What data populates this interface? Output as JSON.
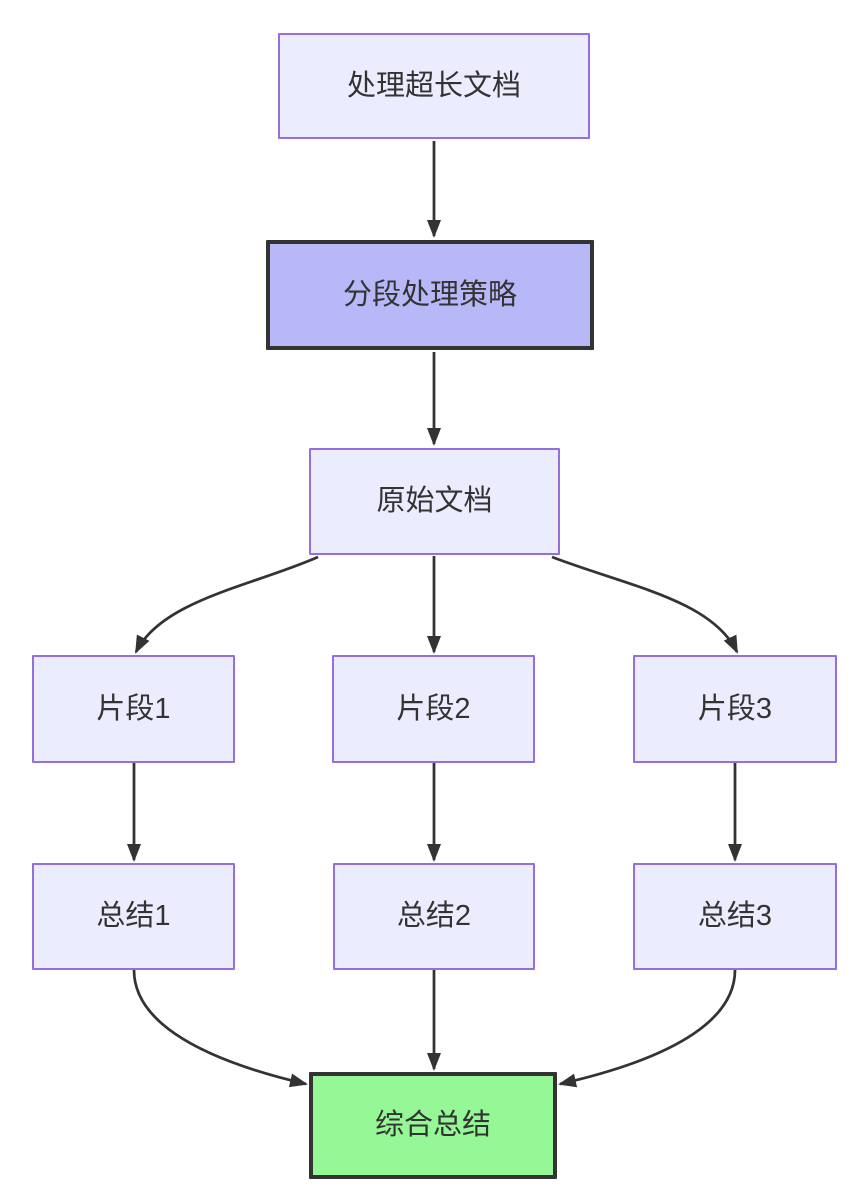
{
  "diagram": {
    "type": "flowchart",
    "direction": "top-down",
    "nodes": [
      {
        "id": "A",
        "label": "处理超长文档",
        "style": "default"
      },
      {
        "id": "B",
        "label": "分段处理策略",
        "style": "strategy"
      },
      {
        "id": "C",
        "label": "原始文档",
        "style": "default"
      },
      {
        "id": "D",
        "label": "片段1",
        "style": "default"
      },
      {
        "id": "E",
        "label": "片段2",
        "style": "default"
      },
      {
        "id": "F",
        "label": "片段3",
        "style": "default"
      },
      {
        "id": "G",
        "label": "总结1",
        "style": "default"
      },
      {
        "id": "H",
        "label": "总结2",
        "style": "default"
      },
      {
        "id": "I",
        "label": "总结3",
        "style": "default"
      },
      {
        "id": "J",
        "label": "综合总结",
        "style": "result"
      }
    ],
    "edges": [
      {
        "from": "A",
        "to": "B"
      },
      {
        "from": "B",
        "to": "C"
      },
      {
        "from": "C",
        "to": "D"
      },
      {
        "from": "C",
        "to": "E"
      },
      {
        "from": "C",
        "to": "F"
      },
      {
        "from": "D",
        "to": "G"
      },
      {
        "from": "E",
        "to": "H"
      },
      {
        "from": "F",
        "to": "I"
      },
      {
        "from": "G",
        "to": "J"
      },
      {
        "from": "H",
        "to": "J"
      },
      {
        "from": "I",
        "to": "J"
      }
    ],
    "colors": {
      "background": "#FFFFFF",
      "node_fill": "#ECECFF",
      "node_border": "#9370DB",
      "strategy_fill": "#B8B8F8",
      "strategy_border": "#333333",
      "result_fill": "#96F796",
      "result_border": "#333333",
      "edge": "#333333",
      "text": "#333333"
    }
  }
}
